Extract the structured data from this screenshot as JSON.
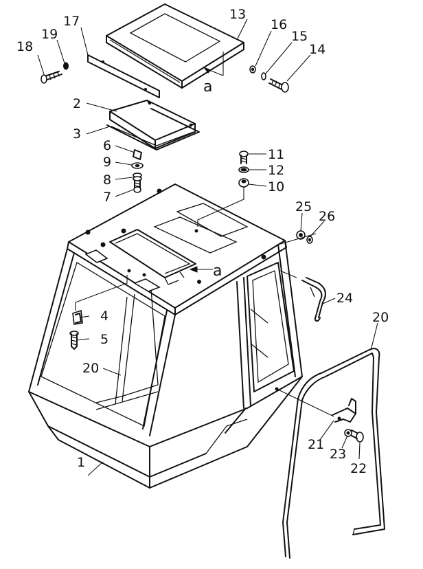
{
  "callouts": [
    {
      "id": "c1",
      "label": "1"
    },
    {
      "id": "c2",
      "label": "2"
    },
    {
      "id": "c3",
      "label": "3"
    },
    {
      "id": "c4",
      "label": "4"
    },
    {
      "id": "c5",
      "label": "5"
    },
    {
      "id": "c6",
      "label": "6"
    },
    {
      "id": "c7",
      "label": "7"
    },
    {
      "id": "c8",
      "label": "8"
    },
    {
      "id": "c9",
      "label": "9"
    },
    {
      "id": "c10",
      "label": "10"
    },
    {
      "id": "c11",
      "label": "11"
    },
    {
      "id": "c12",
      "label": "12"
    },
    {
      "id": "c13",
      "label": "13"
    },
    {
      "id": "c14",
      "label": "14"
    },
    {
      "id": "c15",
      "label": "15"
    },
    {
      "id": "c16",
      "label": "16"
    },
    {
      "id": "c17",
      "label": "17"
    },
    {
      "id": "c18",
      "label": "18"
    },
    {
      "id": "c19",
      "label": "19"
    },
    {
      "id": "c20a",
      "label": "20"
    },
    {
      "id": "c20b",
      "label": "20"
    },
    {
      "id": "c21",
      "label": "21"
    },
    {
      "id": "c22",
      "label": "22"
    },
    {
      "id": "c23",
      "label": "23"
    },
    {
      "id": "c24",
      "label": "24"
    },
    {
      "id": "c25",
      "label": "25"
    },
    {
      "id": "c26",
      "label": "26"
    }
  ],
  "view_marks": {
    "top": "a",
    "roof": "a"
  }
}
